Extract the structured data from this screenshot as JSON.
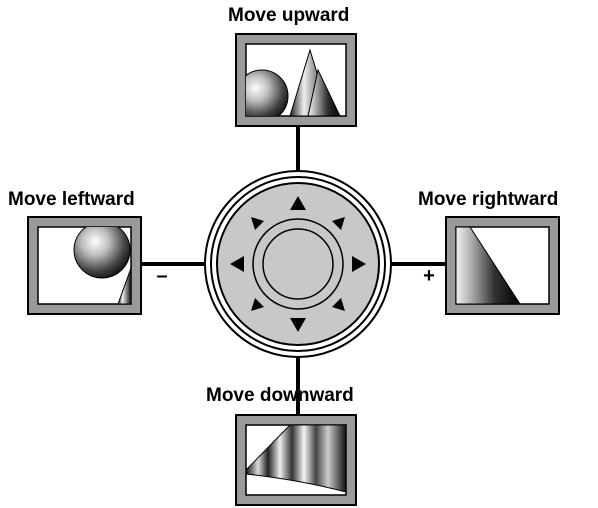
{
  "labels": {
    "up": "Move upward",
    "left": "Move leftward",
    "right": "Move rightward",
    "down": "Move downward",
    "minus": "–",
    "plus": "+"
  },
  "icons": {
    "joystick": "eight-way-direction-pad",
    "arrows": [
      "arrow-up",
      "arrow-up-right",
      "arrow-right",
      "arrow-down-right",
      "arrow-down",
      "arrow-down-left",
      "arrow-left",
      "arrow-up-left"
    ]
  },
  "colors": {
    "pad_fill": "#c8c8c8",
    "frame_gray": "#9a9a9a",
    "line": "#000000"
  }
}
